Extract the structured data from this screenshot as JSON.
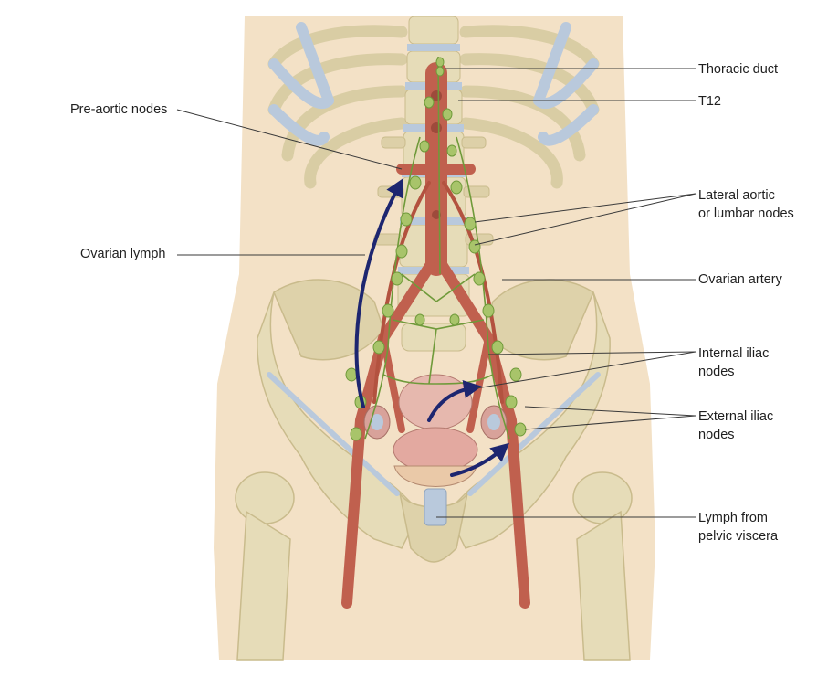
{
  "labels": {
    "thoracic_duct": "Thoracic duct",
    "t12": "T12",
    "pre_aortic_nodes": "Pre-aortic nodes",
    "lateral_aortic_1": "Lateral aortic",
    "lateral_aortic_2": "or lumbar nodes",
    "ovarian_lymph": "Ovarian lymph",
    "ovarian_artery": "Ovarian artery",
    "internal_iliac_1": "Internal iliac",
    "internal_iliac_2": "nodes",
    "external_iliac_1": "External iliac",
    "external_iliac_2": "nodes",
    "lymph_pelvic_1": "Lymph from",
    "lymph_pelvic_2": "pelvic viscera"
  },
  "colors": {
    "skin": "#f3e1c6",
    "bone": "#e6dcb8",
    "bone_shadow": "#c9bb8c",
    "cartilage": "#b9c9dc",
    "artery": "#c0604e",
    "artery_dark": "#9e4a3b",
    "lymph_node": "#a8c46a",
    "lymph_vessel": "#6f9a3a",
    "arrow": "#1d2670",
    "uterus": "#e3a9a0"
  }
}
